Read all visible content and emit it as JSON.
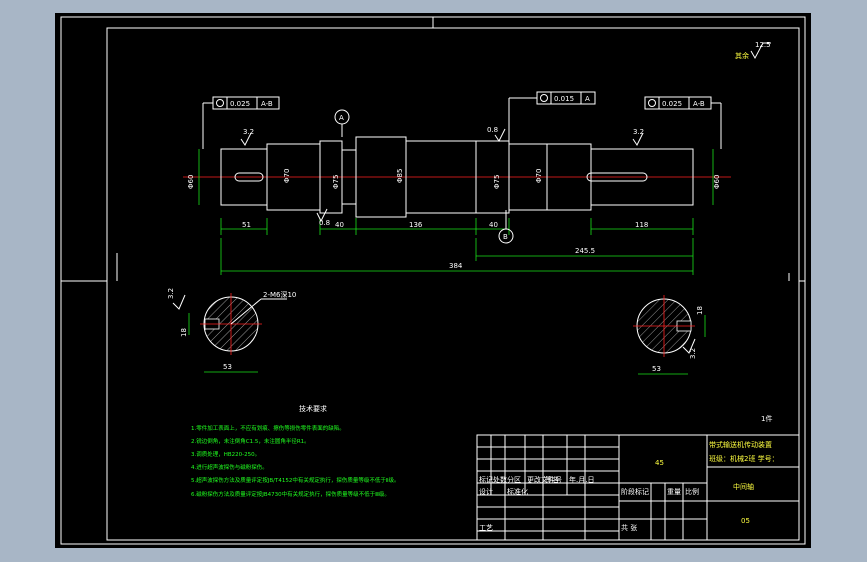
{
  "drawing": {
    "roughness_label": "其余",
    "roughness_value": "12.5",
    "count_label": "1件"
  },
  "dimensions": {
    "d51": "51",
    "d40": "40",
    "d136": "136",
    "d40b": "40",
    "d118": "118",
    "d245": "245.5",
    "d384": "384",
    "dia_left": "Φ60",
    "dia_70a": "Φ70",
    "dia_75a": "Φ75",
    "dia_85": "Φ85",
    "dia_75b": "Φ75",
    "dia_70b": "Φ70",
    "dia_right": "Φ60"
  },
  "tolerances": {
    "left_value": "0.025",
    "left_datum": "A-B",
    "mid_value": "0.015",
    "mid_datum": "A",
    "right_value": "0.025",
    "right_datum": "A-B"
  },
  "datums": {
    "a": "A",
    "b": "B"
  },
  "roughness_marks": [
    "3.2",
    "0.8",
    "3.2",
    "0.8"
  ],
  "sections": {
    "left_dim": "53",
    "left_width": "18",
    "left_rough": "3.2",
    "left_callout": "2-M6深10",
    "right_dim": "53",
    "right_width": "18",
    "right_rough": "3.2"
  },
  "notes": {
    "title": "技术要求",
    "items": [
      "1.零件加工表面上，不应有划痕、擦伤等损伤零件表面的缺陷。",
      "2.锐边倒角，未注倒角C1.5，未注圆角半径R1。",
      "3.调质处理，HB220-250。",
      "4.进行超声波探伤与磁粉探伤。",
      "5.超声波探伤方法及质量评定按JB/T4152中有关规定执行，探伤质量等级不低于Ⅱ级。",
      "6.磁粉探伤方法及质量评定按JB4730中有关规定执行，探伤质量等级不低于Ⅲ级。"
    ]
  },
  "title_block": {
    "mark": "标记",
    "qty": "处数",
    "zone": "分区",
    "doc_no": "更改文件号",
    "sign": "签名",
    "date": "年.月.日",
    "design": "设计",
    "std": "标准化",
    "process": "工艺",
    "stage": "阶段标记",
    "weight": "重量",
    "scale": "比例",
    "total": "共 张",
    "material": "45",
    "project": "带式输送机传动装置",
    "class_info": "班级：机械2班  学号：",
    "part_name": "中间轴",
    "drawing_no": "05"
  }
}
